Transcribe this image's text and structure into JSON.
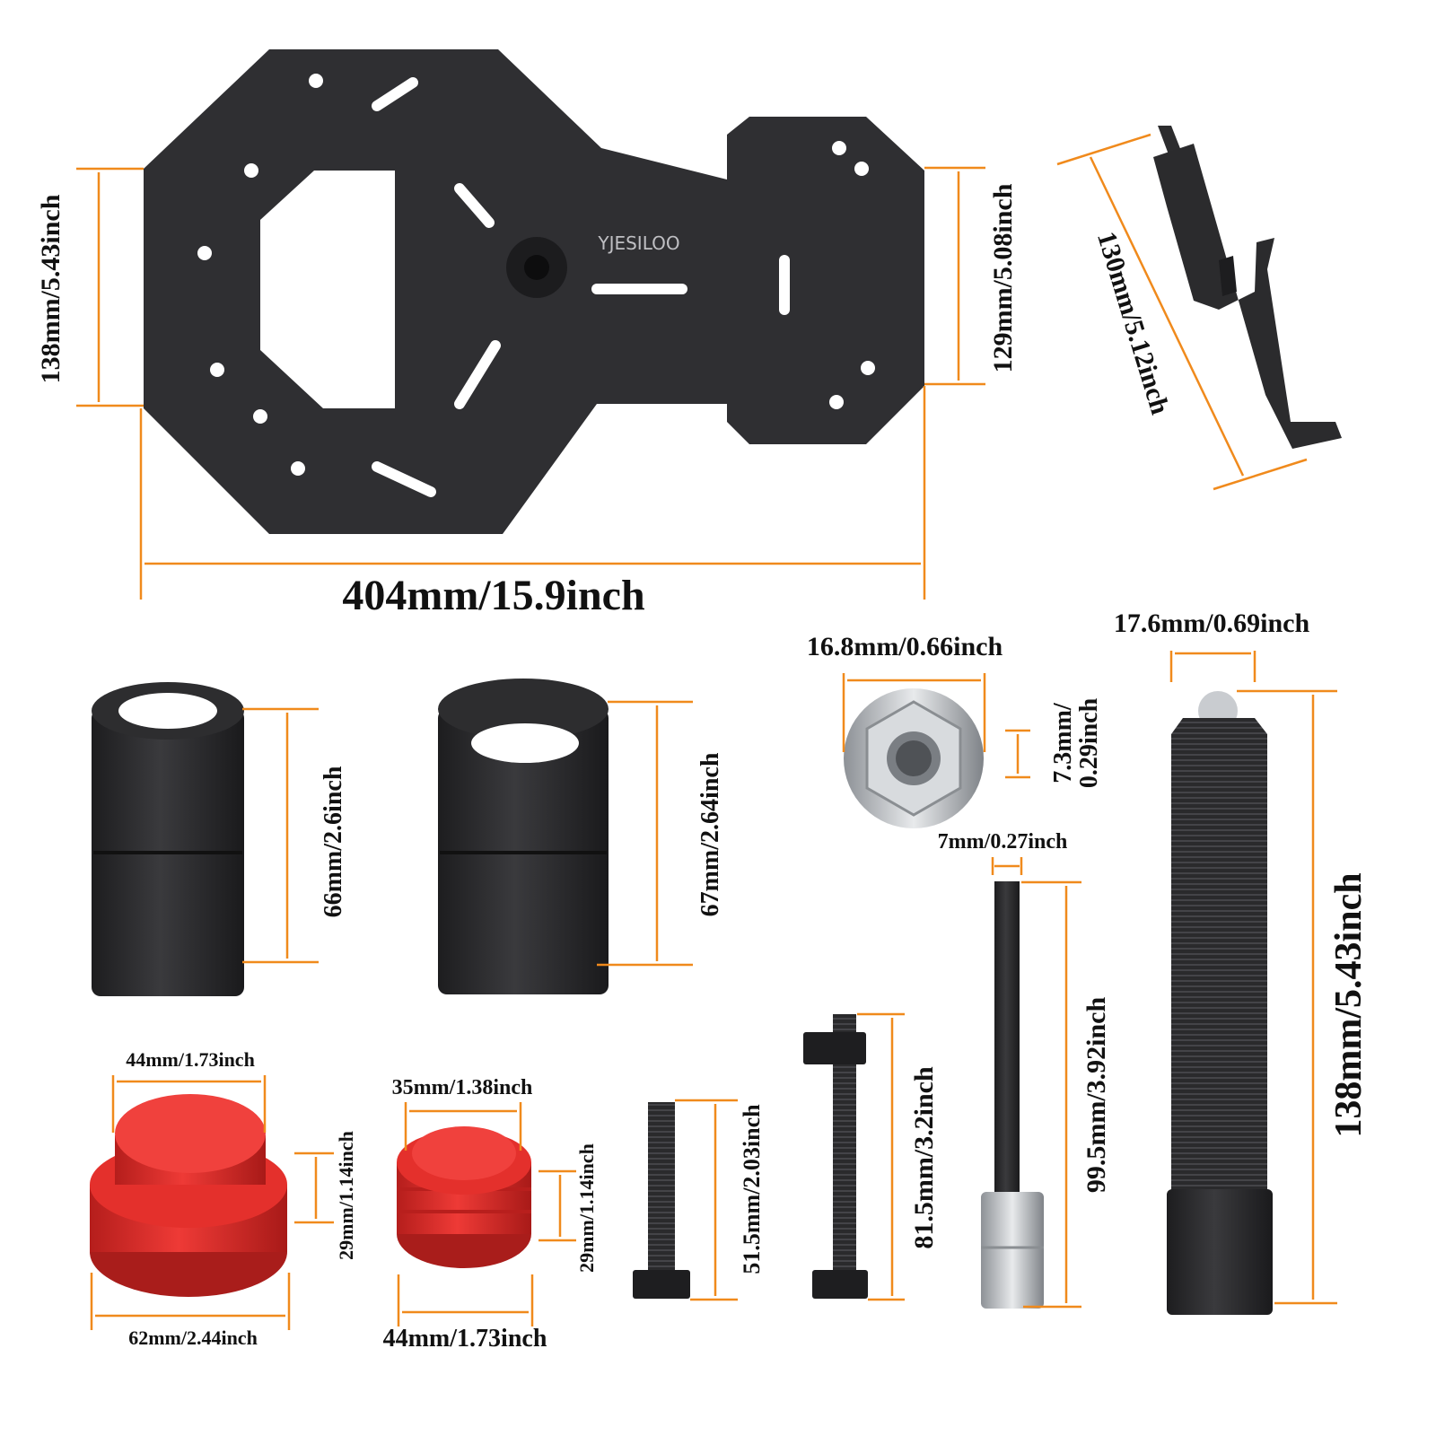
{
  "brand": {
    "logo_text": "YJESILOO"
  },
  "colors": {
    "dimension_line": "#f08a1c",
    "tool_black": "#2c2c2e",
    "puller_red": "#e0312e",
    "silver": "#c9ccd0"
  },
  "dimensions": {
    "plate_left_height": "138mm/5.43inch",
    "plate_right_height": "129mm/5.08inch",
    "plate_width": "404mm/15.9inch",
    "hook_length": "130mm/5.12inch",
    "sleeve_small_height": "66mm/2.6inch",
    "sleeve_large_height": "67mm/2.64inch",
    "nut_width": "16.8mm/0.66inch",
    "nut_height_mm": "7.3mm/",
    "nut_height_inch": "0.29inch",
    "hex_bit_width": "7mm/0.27inch",
    "hex_bit_length": "99.5mm/3.92inch",
    "main_bolt_width": "17.6mm/0.69inch",
    "main_bolt_length": "138mm/5.43inch",
    "cap_large_top": "44mm/1.73inch",
    "cap_large_height": "29mm/1.14inch",
    "cap_large_base": "62mm/2.44inch",
    "cap_small_top": "35mm/1.38inch",
    "cap_small_height": "29mm/1.14inch",
    "cap_small_base": "44mm/1.73inch",
    "short_bolt_length": "51.5mm/2.03inch",
    "medium_bolt_length": "81.5mm/3.2inch"
  }
}
